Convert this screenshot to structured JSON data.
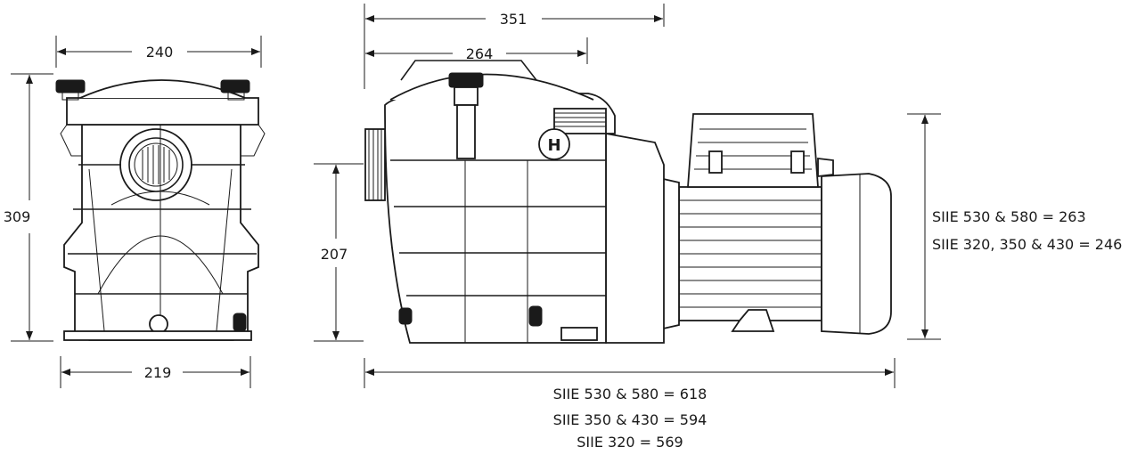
{
  "dimensions": {
    "front_top_width": "240",
    "front_height": "309",
    "front_base_width": "219",
    "side_overall_top": "351",
    "side_prefilter_width": "264",
    "side_inlet_height": "207",
    "motor_height_line1": "SIIE 530 & 580 = 263",
    "motor_height_line2": "SIIE 320, 350 & 430 = 246",
    "total_length_line1": "SIIE 530 & 580 = 618",
    "total_length_line2": "SIIE 350 & 430 = 594",
    "total_length_line3": "SIIE 320 = 569"
  },
  "colors": {
    "ink": "#1a1a1a",
    "background": "#ffffff"
  },
  "icons": [
    "pump-front-view",
    "pump-side-view",
    "arrowhead"
  ]
}
